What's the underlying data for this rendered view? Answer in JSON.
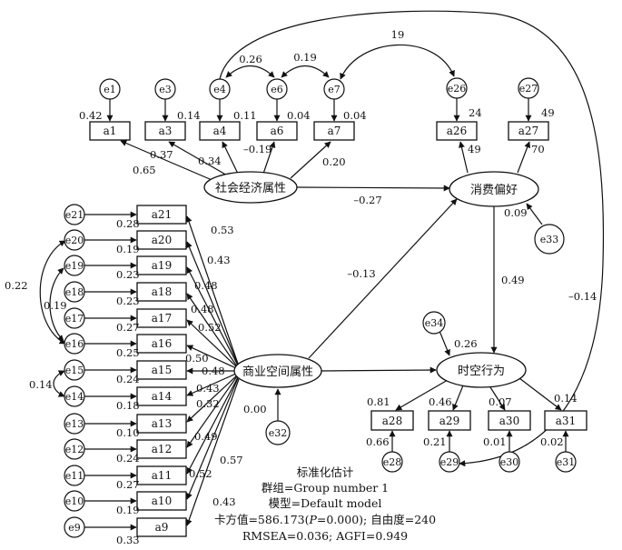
{
  "latents": {
    "socio": "社会经济属性",
    "pref": "消费偏好",
    "comm": "商业空间属性",
    "behav": "时空行为"
  },
  "indicators": {
    "a1": "a1",
    "a3": "a3",
    "a4": "a4",
    "a6": "a6",
    "a7": "a7",
    "a26": "a26",
    "a27": "a27",
    "a21": "a21",
    "a20": "a20",
    "a19": "a19",
    "a18": "a18",
    "a17": "a17",
    "a16": "a16",
    "a15": "a15",
    "a14": "a14",
    "a13": "a13",
    "a12": "a12",
    "a11": "a11",
    "a10": "a10",
    "a9": "a9",
    "a28": "a28",
    "a29": "a29",
    "a30": "a30",
    "a31": "a31"
  },
  "errors": {
    "e1": "e1",
    "e3": "e3",
    "e4": "e4",
    "e6": "e6",
    "e7": "e7",
    "e26": "e26",
    "e27": "e27",
    "e21": "e21",
    "e20": "e20",
    "e19": "e19",
    "e18": "e18",
    "e17": "e17",
    "e16": "e16",
    "e15": "e15",
    "e14": "e14",
    "e13": "e13",
    "e12": "e12",
    "e11": "e11",
    "e10": "e10",
    "e9": "e9",
    "e32": "e32",
    "e33": "e33",
    "e34": "e34",
    "e28": "e28",
    "e29": "e29",
    "e30": "e30",
    "e31": "e31"
  },
  "coefficients": {
    "cov_e4_e6": "0.26",
    "cov_e6_e7": "0.19",
    "cov_e7_e26": "19",
    "cov_e20_e16": "0.22",
    "cov_e19_e16": "0.19",
    "cov_e15_e14": "0.14",
    "r2_a1": "0.42",
    "r2_a3": "0.14",
    "r2_a4": "0.11",
    "r2_a6": "0.04",
    "r2_a7": "0.04",
    "r2_a26": "24",
    "r2_a27": "49",
    "load_a1": "0.65",
    "load_a3": "0.37",
    "load_a4": "0.34",
    "load_a6": "–0.19",
    "load_a7": "0.20",
    "load_a26": "49",
    "load_a27": "70",
    "path_socio_pref": "–0.27",
    "r2_pref": "0.09",
    "path_comm_pref": "–0.13",
    "path_pref_behav": "0.49",
    "path_comm_e29": "–0.14",
    "r2_behav": "0.26",
    "r2_comm": "0.00",
    "r2_a21": "0.28",
    "r2_a20": "0.19",
    "r2_a19": "0.23",
    "r2_a18": "0.23",
    "r2_a17": "0.27",
    "r2_a16": "0.25",
    "r2_a15": "0.24",
    "r2_a14": "0.18",
    "r2_a13": "0.10",
    "r2_a12": "0.24",
    "r2_a11": "0.27",
    "r2_a10": "0.19",
    "r2_a9": "0.33",
    "load_a21": "0.53",
    "load_a20": "0.43",
    "load_a19": "0.48",
    "load_a18": "0.48",
    "load_a17": "0.52",
    "load_a16": "0.50",
    "load_a15": "0.48",
    "load_a14": "0.43",
    "load_a13": "0.32",
    "load_a12": "0.49",
    "load_a11": "0.52",
    "load_a10": "0.57",
    "load_a9": "0.43",
    "r2_a28": "0.81",
    "r2_a29": "0.46",
    "r2_a30": "0.07",
    "r2_a31": "0.14",
    "load_a28": "0.66",
    "load_a29": "0.21",
    "load_a30": "0.01",
    "load_a31": "0.02"
  },
  "fit": {
    "line1": "标准化估计",
    "line2": "群组=Group number 1",
    "line3": "模型=Default model",
    "line4_pre": "卡方值=586.173(",
    "line4_p": "P",
    "line4_post": "=0.000); 自由度=240",
    "line5": "RMSEA=0.036; AGFI=0.949"
  }
}
